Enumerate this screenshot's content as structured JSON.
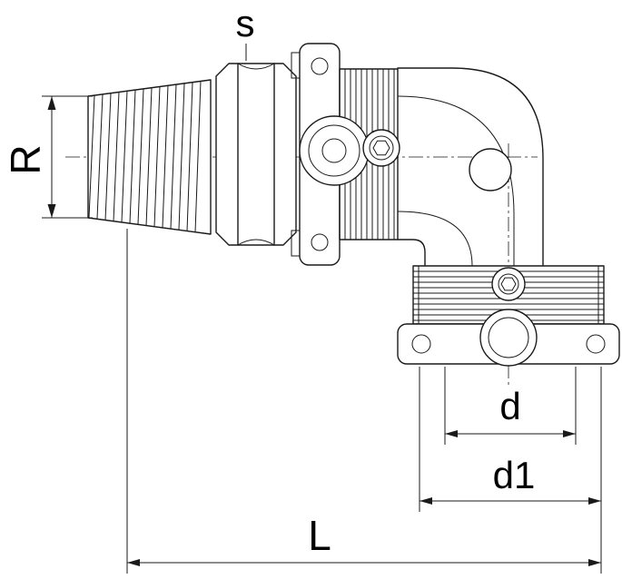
{
  "figure": {
    "description": "Technical line drawing of a 90-degree elbow union fitting with male taper thread, corrugated body sections, bolted flanges and hex-socket plugs, shown in side elevation with dimension callouts",
    "background_color": "#ffffff",
    "line_color": "#1a1a1a"
  },
  "dimension_labels": {
    "wrench_flats": "s",
    "taper_thread": "R",
    "inner_diameter": "d",
    "outer_diameter": "d1",
    "overall_length": "L"
  }
}
